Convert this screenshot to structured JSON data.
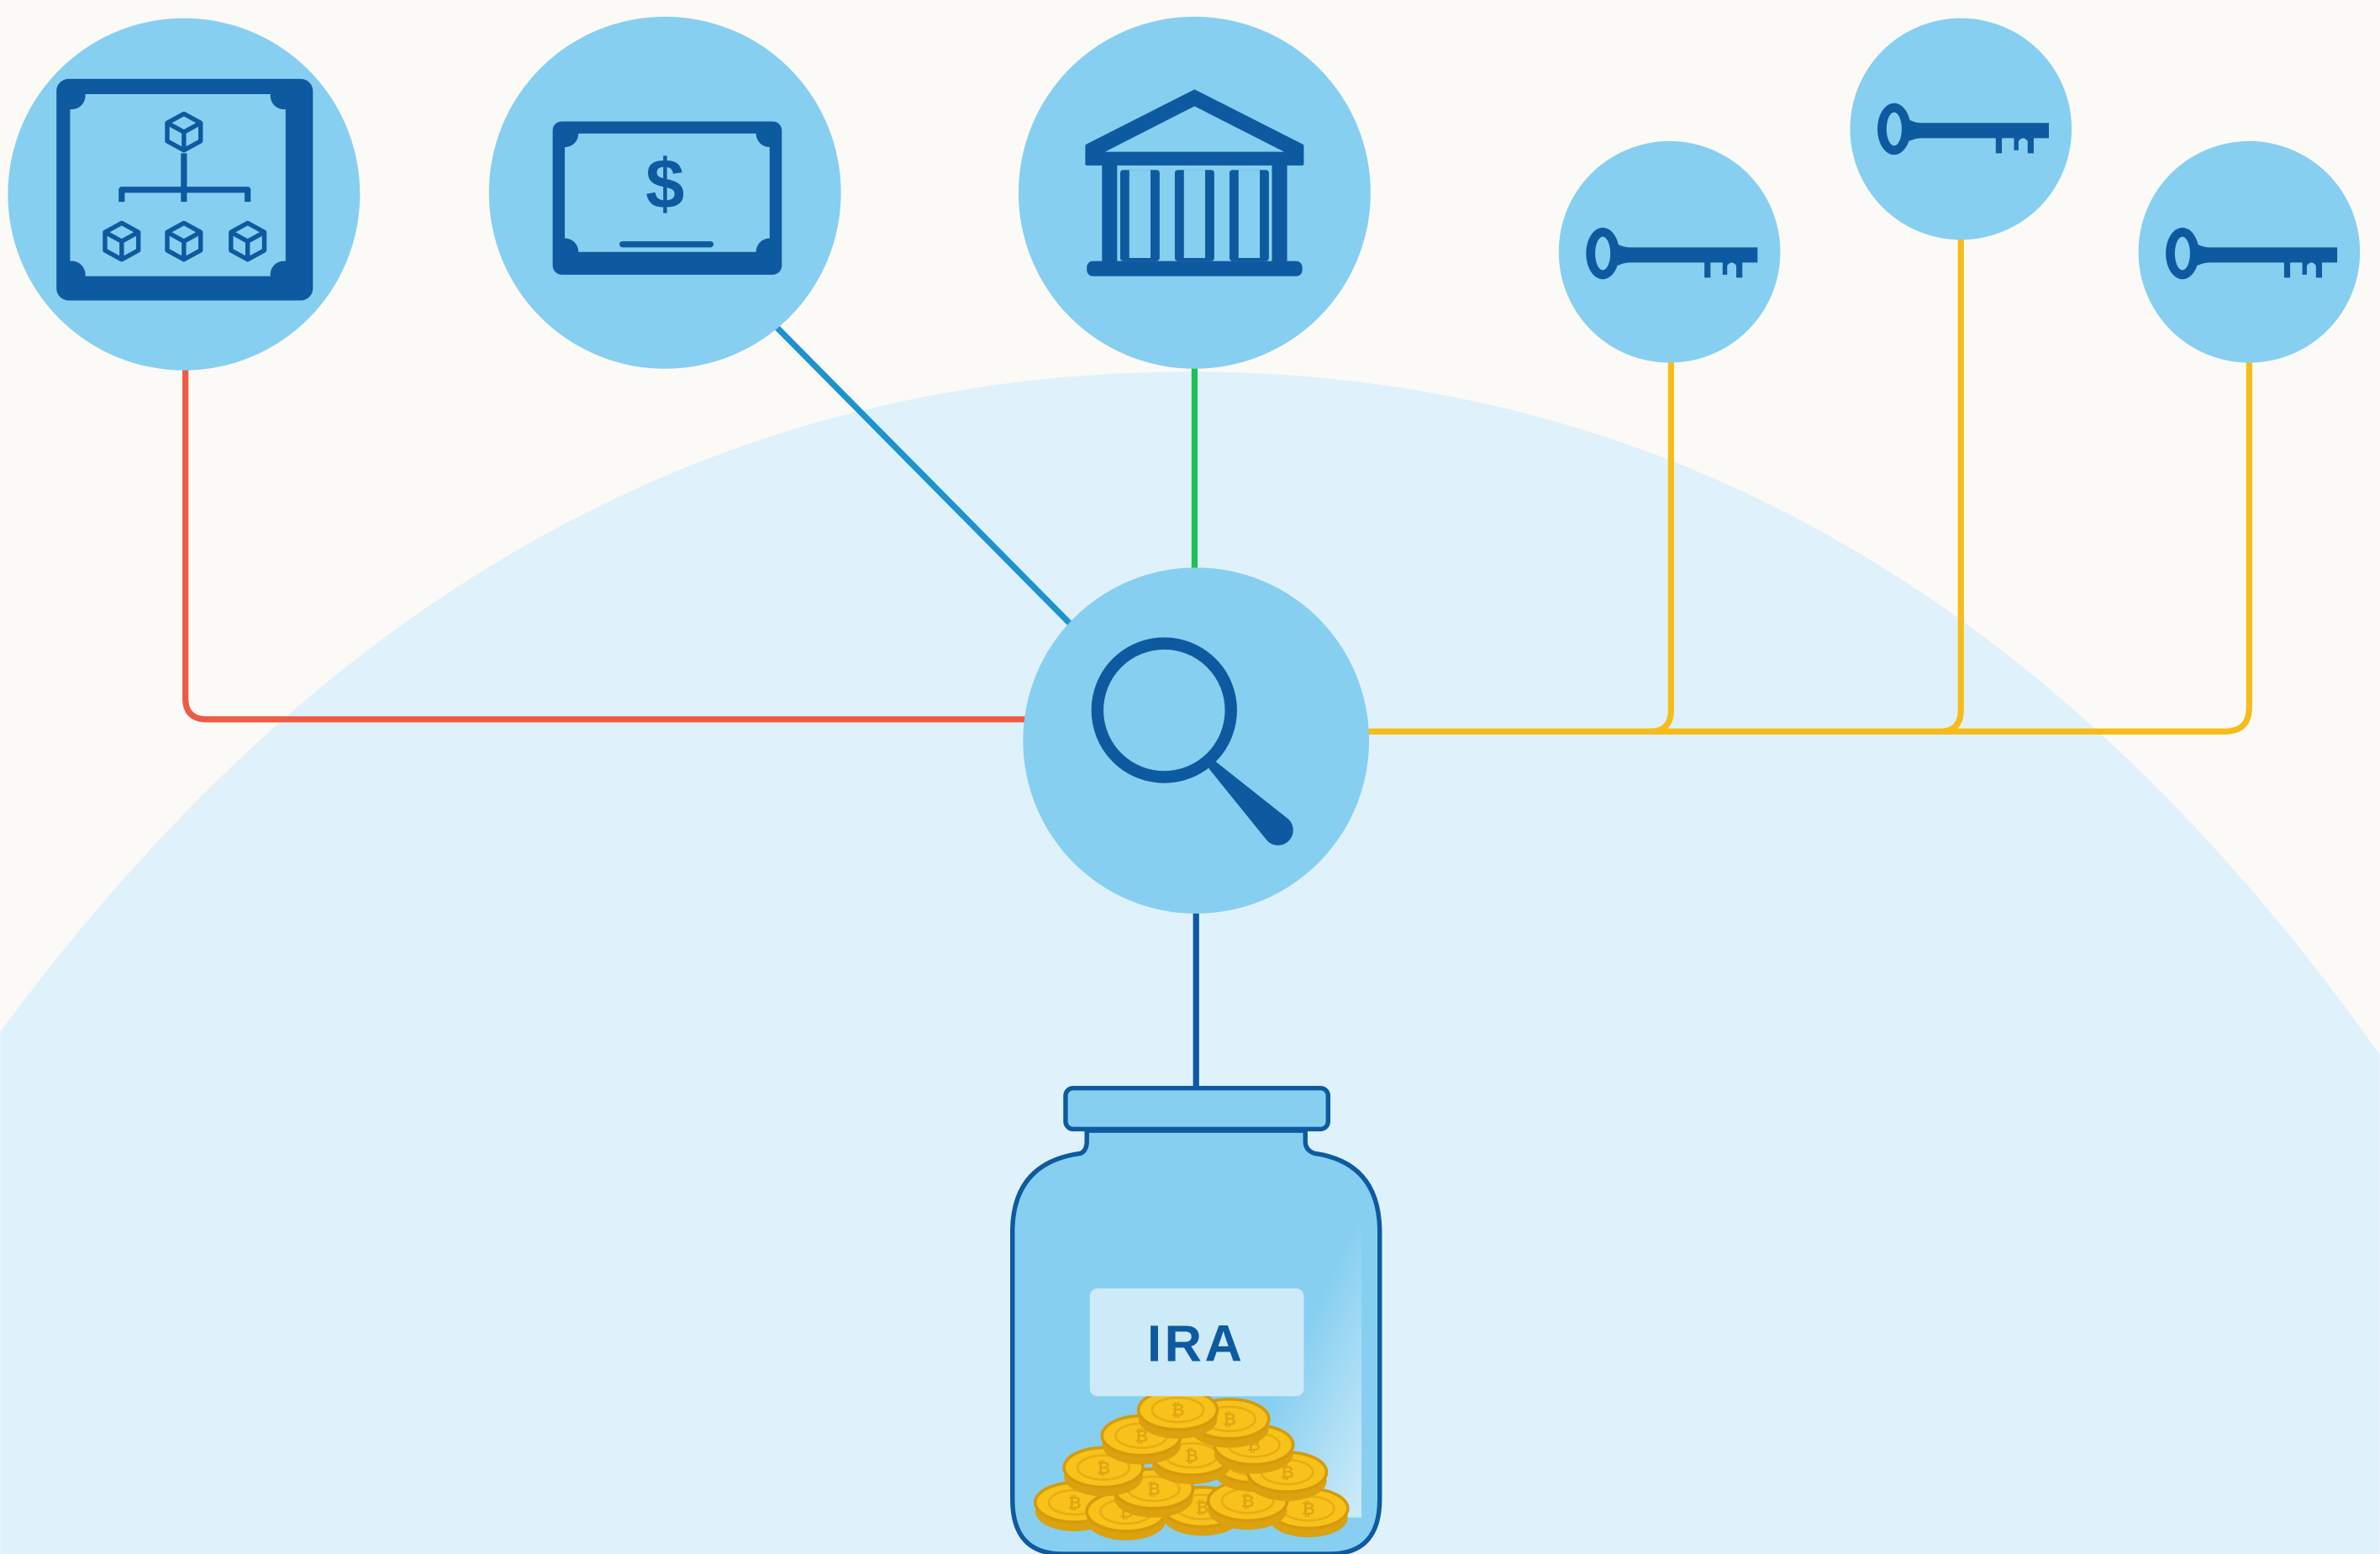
{
  "jar": {
    "label": "IRA"
  },
  "nodes": [
    {
      "id": "blockchain",
      "icon": "blockchain-network-icon"
    },
    {
      "id": "cash",
      "icon": "dollar-bill-icon"
    },
    {
      "id": "bank",
      "icon": "bank-building-icon"
    },
    {
      "id": "search",
      "icon": "magnifying-glass-icon"
    },
    {
      "id": "key-1",
      "icon": "key-icon"
    },
    {
      "id": "key-2",
      "icon": "key-icon"
    },
    {
      "id": "key-3",
      "icon": "key-icon"
    }
  ],
  "connector_colors": {
    "blockchain": "#ef5a44",
    "cash": "#1c93cf",
    "bank": "#1fbf55",
    "keys": "#f6bc1b",
    "jar": "#0d5aa0"
  },
  "colors": {
    "background": "#fbfaf6",
    "arc": "#dff1fb",
    "circle": "#86cff0",
    "icon": "#0d5aa0",
    "coin": "#f7c31a"
  }
}
